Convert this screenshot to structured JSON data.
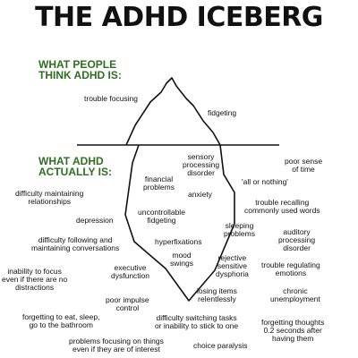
{
  "title": "THE ADHD ICEBERG",
  "accent_color": "#2f6e21",
  "above": {
    "heading": [
      "WHAT PEOPLE",
      "THINK ADHD IS:"
    ],
    "labels": [
      [
        "trouble focusing"
      ],
      [
        "fidgeting"
      ]
    ]
  },
  "below": {
    "heading": [
      "WHAT ADHD",
      "ACTUALLY IS:"
    ],
    "inside_labels": [
      [
        "sensory",
        "processing",
        "disorder"
      ],
      [
        "financial",
        "problems"
      ],
      [
        "anxiety"
      ],
      [
        "uncontrollable",
        "fidgeting"
      ],
      [
        "hyperfixations"
      ],
      [
        "mood",
        "swings"
      ]
    ],
    "left_labels": [
      [
        "difficulty maintaining",
        "relationships"
      ],
      [
        "depression"
      ],
      [
        "difficulty following and",
        "maintaining conversations"
      ],
      [
        "inability to focus",
        "even if there are no",
        "distractions"
      ],
      [
        "executive",
        "dysfunction"
      ],
      [
        "poor impulse",
        "control"
      ],
      [
        "forgetting to eat, sleep,",
        "go to the bathroom"
      ],
      [
        "problems focusing on things",
        "even if they are of interest"
      ]
    ],
    "right_labels": [
      [
        "poor sense",
        "of time"
      ],
      [
        "'all or nothing'"
      ],
      [
        "trouble recalling",
        "commonly used words"
      ],
      [
        "sleeping",
        "problems"
      ],
      [
        "auditory",
        "processing",
        "disorder"
      ],
      [
        "rejective",
        "sensitive",
        "dysphoria"
      ],
      [
        "trouble regulating",
        "emotions"
      ],
      [
        "losing items",
        "relentlessly"
      ],
      [
        "chronic",
        "unemployment"
      ],
      [
        "difficulty switching tasks",
        "or inability to stick to one"
      ],
      [
        "forgetting thoughts",
        "0.2 seconds after",
        "having them"
      ],
      [
        "choice paralysis"
      ]
    ]
  }
}
